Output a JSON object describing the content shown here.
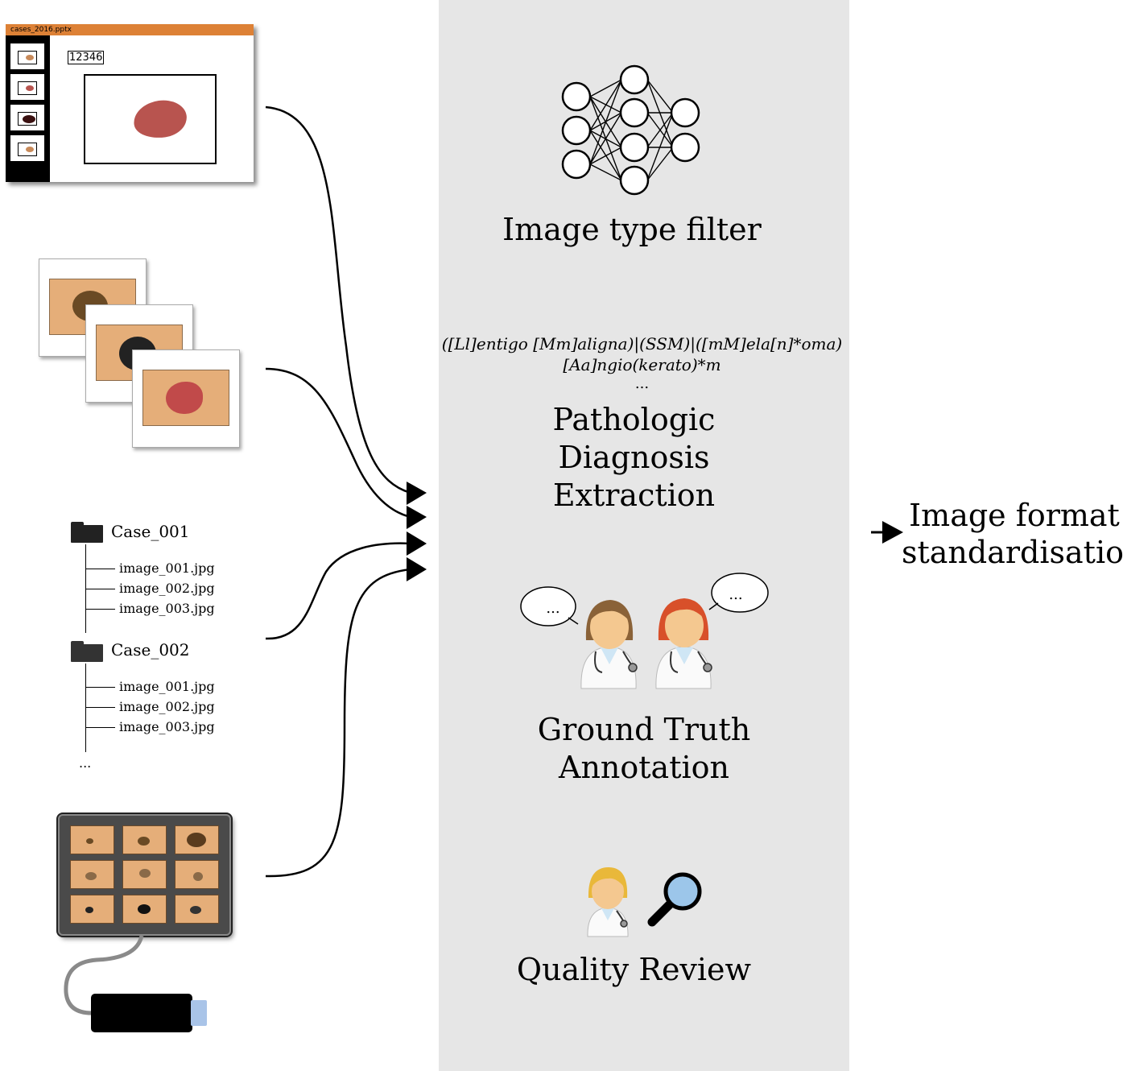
{
  "pptx_window": {
    "title": "cases_2016.pptx",
    "slide_number_box": "12346",
    "thumbnail_colors": [
      "#c88a5a",
      "#b8544f",
      "#3a1010",
      "#c88a5a"
    ]
  },
  "folder_tree": {
    "folders": [
      {
        "name": "Case_001",
        "files": [
          "image_001.jpg",
          "image_002.jpg",
          "image_003.jpg"
        ]
      },
      {
        "name": "Case_002",
        "files": [
          "image_001.jpg",
          "image_002.jpg",
          "image_003.jpg"
        ]
      }
    ],
    "more": "..."
  },
  "pipeline": {
    "step1": {
      "title": "Image type filter"
    },
    "step2": {
      "regex_line1": "([Ll]entigo [Mm]aligna)|(SSM)|([mM]ela[n]*oma)",
      "regex_line2": "[Aa]ngio(kerato)*m",
      "more": "...",
      "title_lines": [
        "Pathologic",
        "Diagnosis",
        "Extraction"
      ]
    },
    "step3": {
      "bubble_left": "...",
      "bubble_right": "...",
      "title_lines": [
        "Ground Truth",
        "Annotation"
      ]
    },
    "step4": {
      "title": "Quality Review"
    }
  },
  "output": {
    "title_lines": [
      "Image format",
      "standardisation"
    ]
  },
  "colors": {
    "panel": "#e6e6e6",
    "pptx_bar": "#dd8136",
    "skin": "#e5ae79",
    "lesion_red": "#b8544f",
    "magnifier": "#9cc6ea"
  }
}
